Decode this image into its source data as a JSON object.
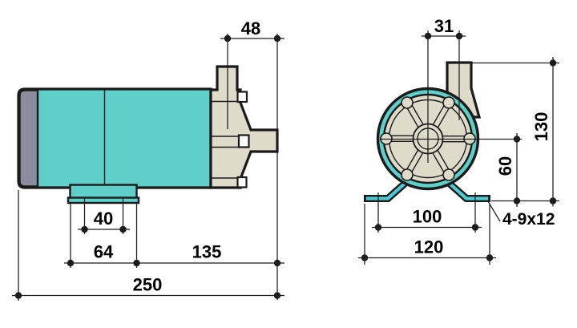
{
  "drawing": {
    "type": "technical-dimension-drawing",
    "subject": "magnetic-drive pump outline drawing, side view and front view with millimetre dimensions",
    "colors": {
      "body": "#5ecfc9",
      "cap": "#8b8d9c",
      "head": "#dfdbca",
      "bracket": "#4fc9d2",
      "outline": "#1a1a1a",
      "dimline": "#1c1c1c",
      "dimtext": "#000000"
    },
    "side_view": {
      "dims": {
        "outlet_to_inlet": "48",
        "foot_hole_spacing": "40",
        "foot_width": "64",
        "foot_to_inlet_end": "135",
        "overall_length": "250"
      }
    },
    "front_view": {
      "dims": {
        "outlet_offset": "31",
        "overall_height": "130",
        "center_height": "60",
        "foot_hole_spacing": "100",
        "base_width": "120",
        "slot_note": "4-9x12"
      }
    }
  }
}
